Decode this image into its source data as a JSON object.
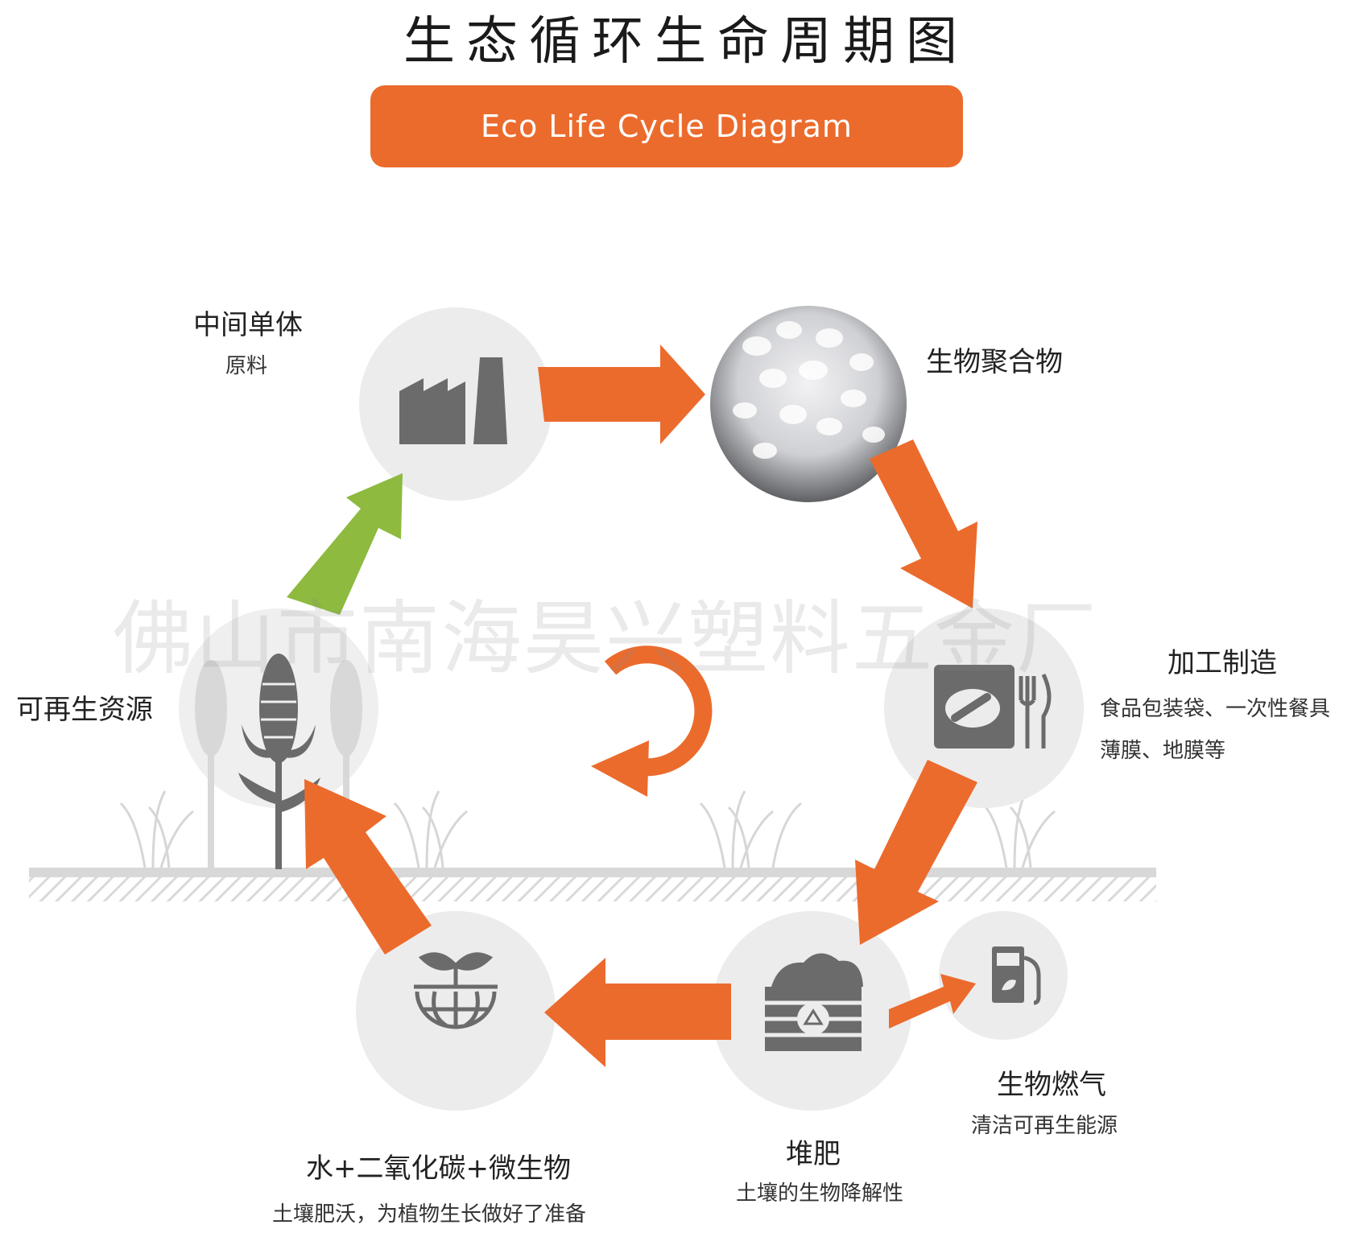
{
  "header": {
    "title": "生态循环生命周期图",
    "banner": "Eco Life Cycle Diagram"
  },
  "watermark": "佛山市南海昊兴塑料五金厂",
  "stages": {
    "monomer": {
      "title": "中间单体",
      "subtitle": "原料"
    },
    "polymer": {
      "title": "生物聚合物"
    },
    "manufacturing": {
      "title": "加工制造",
      "line1": "食品包装袋、一次性餐具",
      "line2": "薄膜、地膜等"
    },
    "compost": {
      "title": "堆肥",
      "subtitle": "土壤的生物降解性"
    },
    "biogas": {
      "title": "生物燃气",
      "subtitle": "清洁可再生能源"
    },
    "soil": {
      "title": "水+二氧化碳+微生物",
      "subtitle": "土壤肥沃，为植物生长做好了准备"
    },
    "renewable": {
      "title": "可再生资源"
    }
  },
  "colors": {
    "orange": "#eb6b2d",
    "green": "#8dba3f",
    "circle": "#ececec",
    "icon": "#6b6b6b"
  }
}
